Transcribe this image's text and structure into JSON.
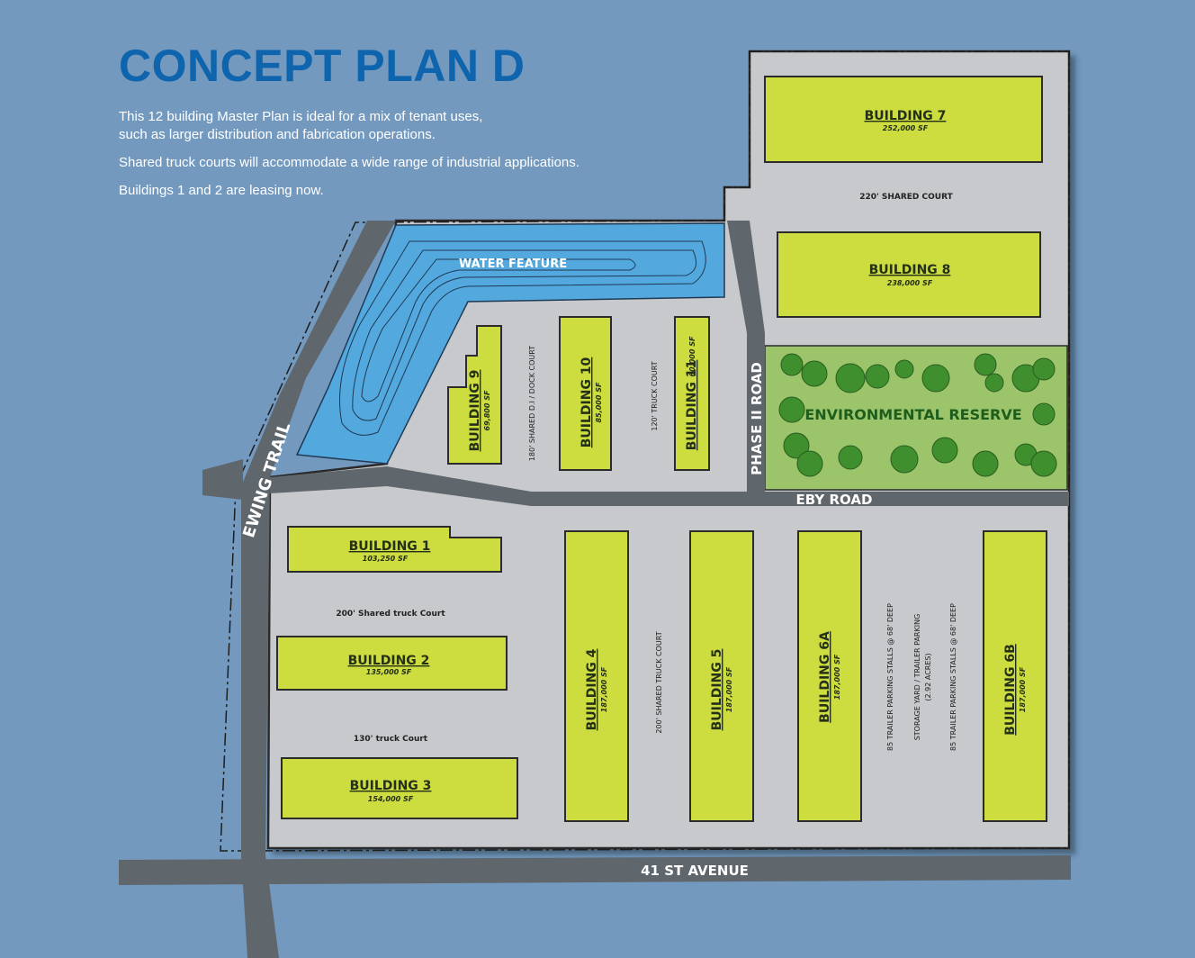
{
  "header": {
    "title": "CONCEPT PLAN D",
    "paragraphs": [
      "This 12 building Master Plan is ideal for a mix of tenant uses, such as larger distribution and fabrication operations.",
      "Shared truck courts will accommodate a wide range of industrial applications.",
      "Buildings 1 and 2 are leasing now."
    ]
  },
  "buildings": {
    "b1": {
      "name": "BUILDING 1",
      "sf": "103,250 SF"
    },
    "b2": {
      "name": "BUILDING 2",
      "sf": "135,000 SF"
    },
    "b3": {
      "name": "BUILDING 3",
      "sf": "154,000 SF"
    },
    "b4": {
      "name": "BUILDING 4",
      "sf": "187,000 SF"
    },
    "b5": {
      "name": "BUILDING 5",
      "sf": "187,000 SF"
    },
    "b6a": {
      "name": "BUILDING 6A",
      "sf": "187,000 SF"
    },
    "b6b": {
      "name": "BUILDING 6B",
      "sf": "187,000 SF"
    },
    "b7": {
      "name": "BUILDING 7",
      "sf": "252,000 SF"
    },
    "b8": {
      "name": "BUILDING 8",
      "sf": "238,000 SF"
    },
    "b9": {
      "name": "BUILDING 9",
      "sf": "69,800 SF"
    },
    "b10": {
      "name": "BUILDING 10",
      "sf": "85,000 SF"
    },
    "b11": {
      "name": "BUILDING 11",
      "sf": "60,000 SF"
    }
  },
  "roads": {
    "ewing": "EWING TRAIL",
    "eby": "EBY ROAD",
    "phase2": "PHASE II ROAD",
    "avenue41": "41 ST AVENUE"
  },
  "areas": {
    "water": "WATER FEATURE",
    "reserve": "ENVIRONMENTAL RESERVE"
  },
  "courts": {
    "c220": "220' SHARED COURT",
    "c200a": "200' Shared truck Court",
    "c130": "130' truck Court",
    "c180": "180' SHARED D.I / DOCK COURT",
    "c120": "120' TRUCK COURT",
    "c200b": "200' SHARED TRUCK COURT",
    "trailer_left": "85 TRAILER PARKING STALLS @ 68' DEEP",
    "storage_line1": "STORAGE YARD / TRAILER PARKING",
    "storage_line2": "(2.92 ACRES)",
    "trailer_right": "85 TRAILER PARKING STALLS @ 68' DEEP"
  },
  "colors": {
    "background": "#7399bf",
    "title": "#0f65ad",
    "building": "#cddc3f",
    "lot": "#c7c9cc",
    "road": "#5f666c",
    "water": "#53a8de",
    "reserve": "#9cc46b"
  }
}
